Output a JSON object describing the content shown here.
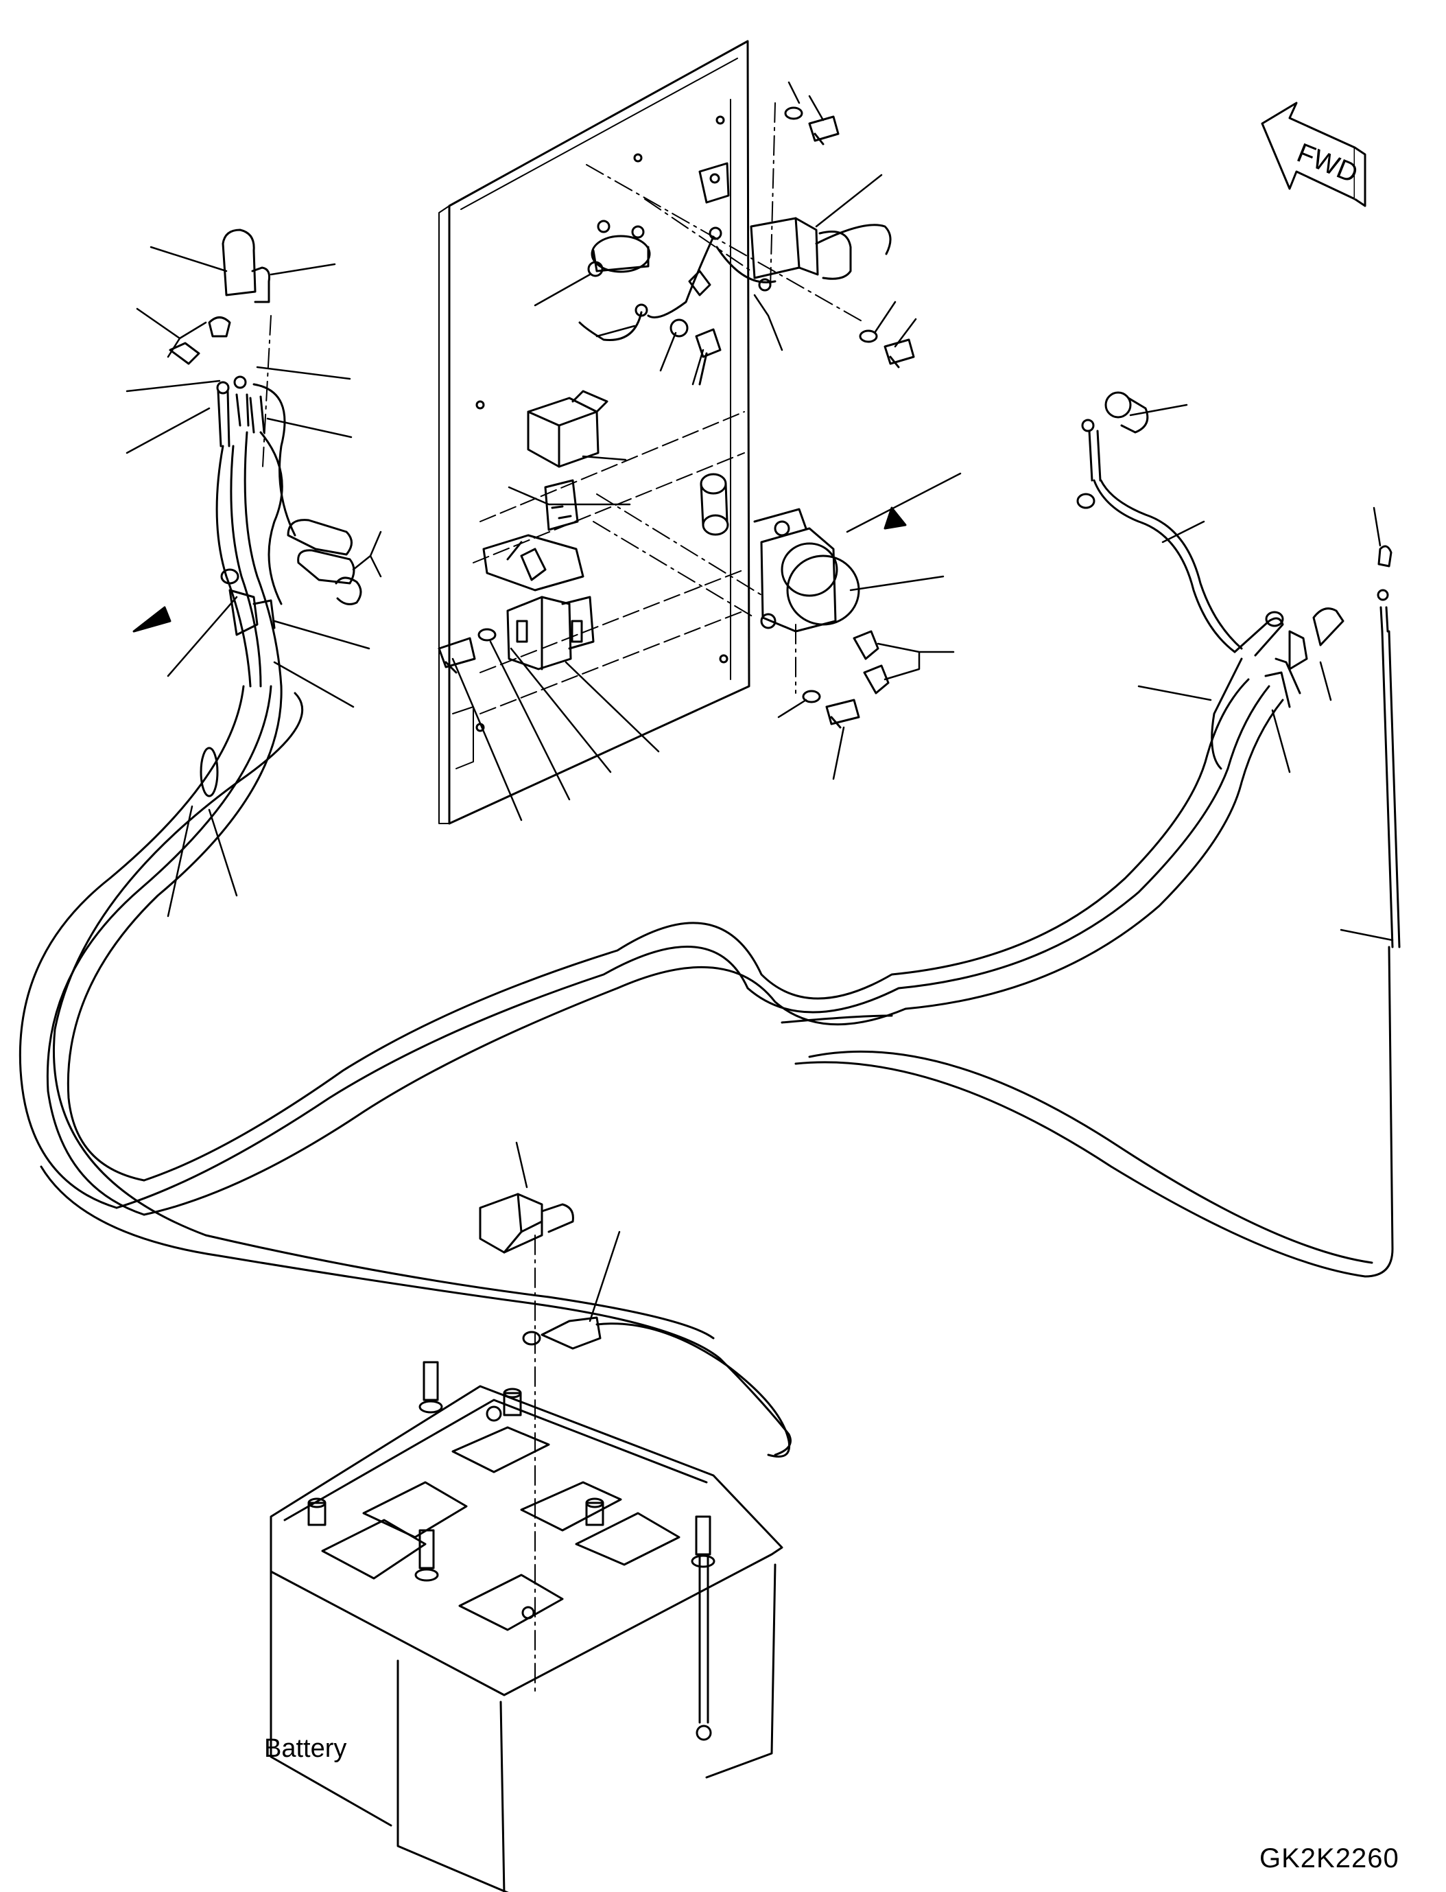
{
  "labels": {
    "battery": "Battery",
    "drawing_code": "GK2K2260",
    "fwd": "FWD"
  }
}
